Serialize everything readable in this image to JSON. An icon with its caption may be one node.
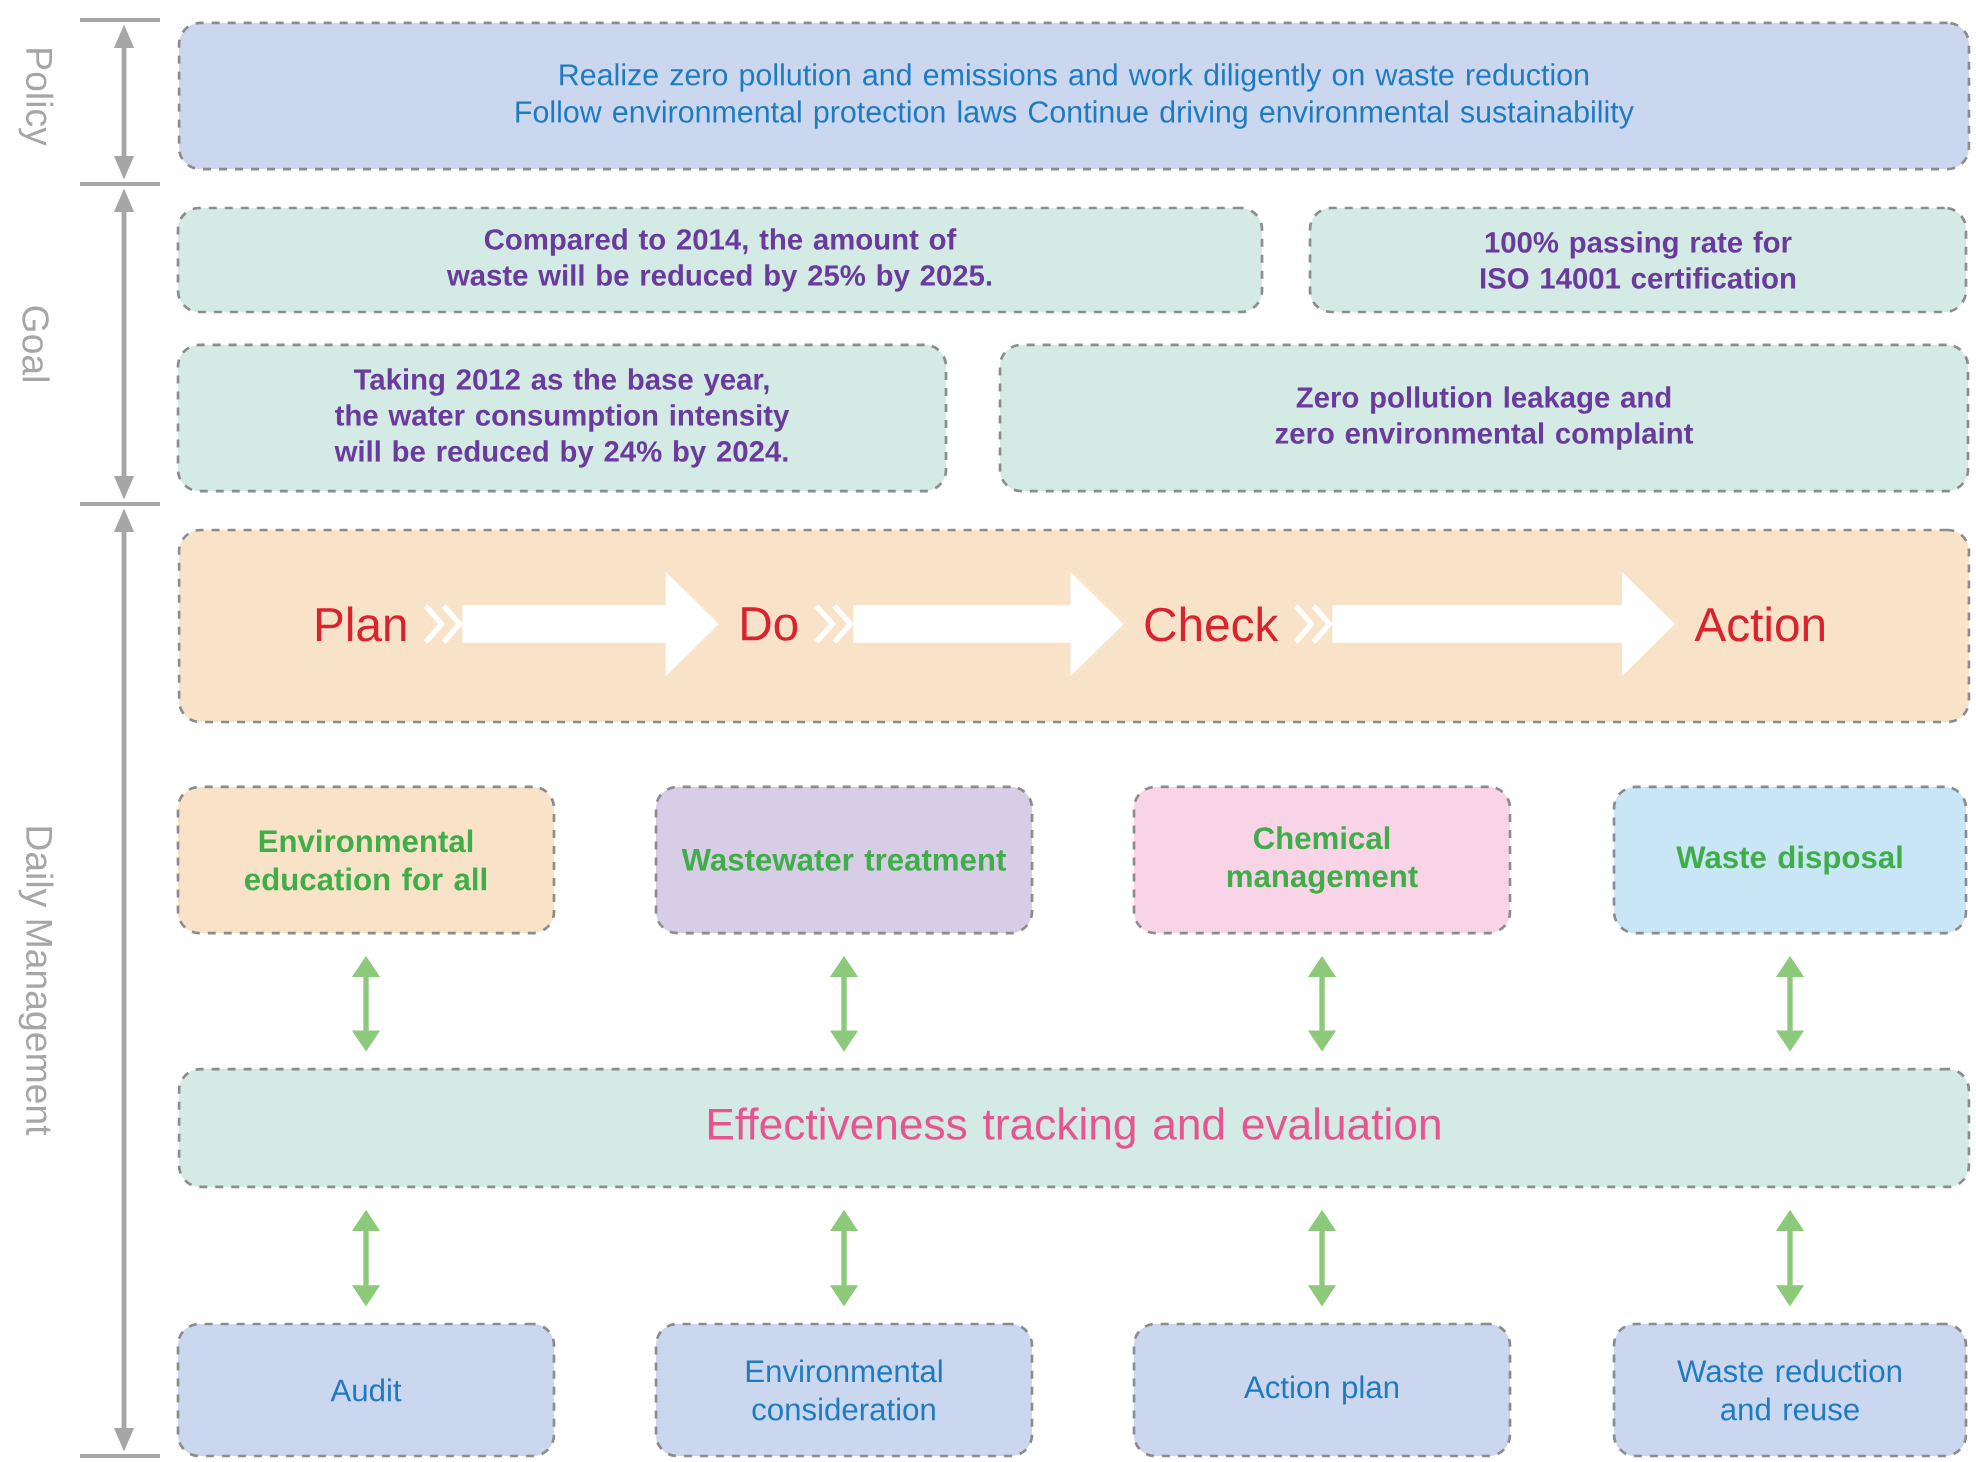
{
  "diagram": {
    "nodes": [
      {
        "text": [
          "Realize zero pollution and emissions and work diligently on waste reduction Follow environmental protection laws Continue driving environmental sustainability"
        ]
      },
      {
        "text": [
          "Compared to 2014, the amount of waste will be reduced by 25% by 2025."
        ]
      },
      {
        "text": [
          "100% passing rate for ISO 14001 certification"
        ]
      },
      {
        "text": [
          "Taking 2012 as the base year, the water consumption intensity will be reduced by 24% by 2024."
        ]
      },
      {
        "text": [
          "Zero pollution leakage and zero environmental complaint"
        ]
      },
      {
        "text": [],
        "shape": "box"
      },
      {
        "text": [
          "Plan"
        ],
        "in": 5
      },
      {
        "text": [
          "Do"
        ],
        "in": 5
      },
      {
        "text": [
          "Check"
        ],
        "in": 5
      },
      {
        "text": [
          "Action"
        ],
        "in": 5
      },
      {
        "text": [
          "Environmental education for all"
        ]
      },
      {
        "text": [
          "Wastewater treatment"
        ]
      },
      {
        "text": [
          "Chemical management"
        ]
      },
      {
        "text": [
          "Waste disposal"
        ]
      },
      {
        "text": [
          "Effectiveness tracking and evaluation"
        ]
      },
      {
        "text": [
          "Audit"
        ]
      },
      {
        "text": [
          "Environmental consideration"
        ]
      },
      {
        "text": [
          "Action plan"
        ]
      },
      {
        "text": [
          "Waste reduction and reuse"
        ]
      }
    ],
    "edges": [
      {
        "from": 6,
        "to": 7,
        "arrow": "to",
        "style": "thick",
        "color": "#ffffff"
      },
      {
        "from": 7,
        "to": 8,
        "arrow": "to",
        "style": "thick",
        "color": "#ffffff"
      },
      {
        "from": 8,
        "to": 9,
        "arrow": "to",
        "style": "thick",
        "color": "#ffffff"
      },
      {
        "from": 10,
        "to": 14,
        "arrow": "both"
      },
      {
        "from": 11,
        "to": 14,
        "arrow": "both"
      },
      {
        "from": 12,
        "to": 14,
        "arrow": "both"
      },
      {
        "from": 13,
        "to": 14,
        "arrow": "both"
      },
      {
        "from": 14,
        "to": 15,
        "arrow": "both"
      },
      {
        "from": 14,
        "to": 16,
        "arrow": "both"
      },
      {
        "from": 14,
        "to": 17,
        "arrow": "both"
      },
      {
        "from": 14,
        "to": 18,
        "arrow": "both"
      }
    ],
    "labels": [
      "Policy",
      "Goal",
      "Daily Management"
    ]
  }
}
